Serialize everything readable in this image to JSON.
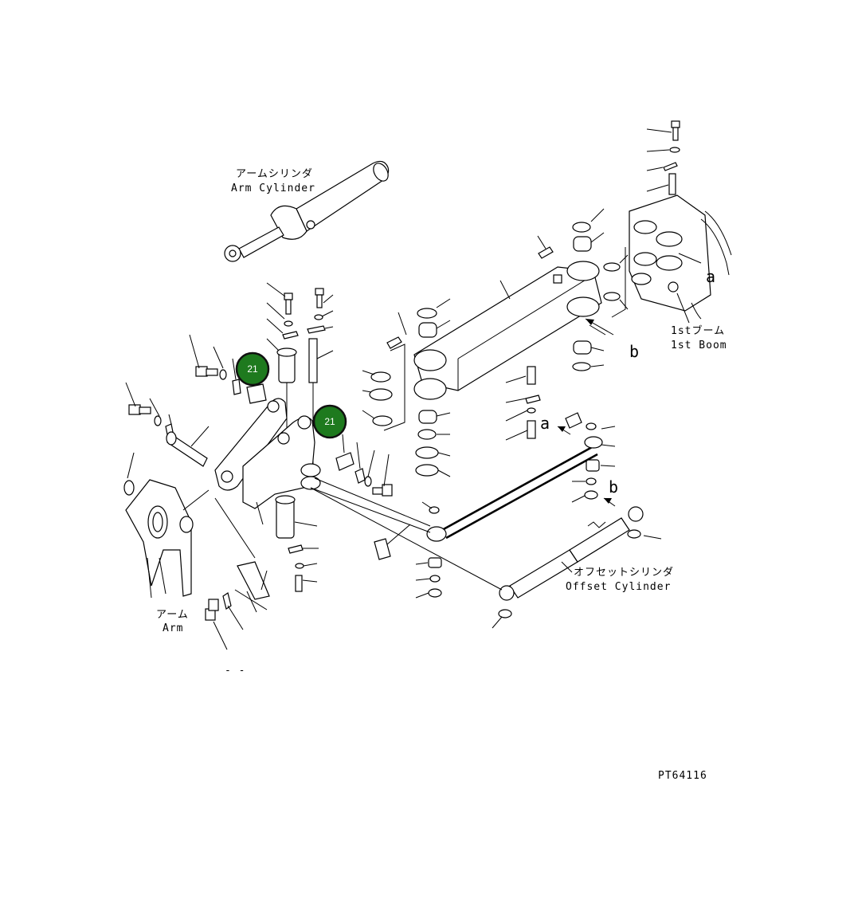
{
  "labels": {
    "arm_cylinder_jp": "アームシリンダ",
    "arm_cylinder_en": "Arm Cylinder",
    "first_boom_jp": "1stブーム",
    "first_boom_en": "1st Boom",
    "offset_cylinder_jp": "オフセットシリンダ",
    "offset_cylinder_en": "Offset Cylinder",
    "arm_jp": "アーム",
    "arm_en": "Arm",
    "dash": "- -",
    "ref_a": "a",
    "ref_b": "b",
    "drawing_no": "PT64116"
  },
  "callouts": [
    {
      "number": "21",
      "color": "#1e7a1e"
    },
    {
      "number": "21",
      "color": "#1e7a1e"
    }
  ]
}
